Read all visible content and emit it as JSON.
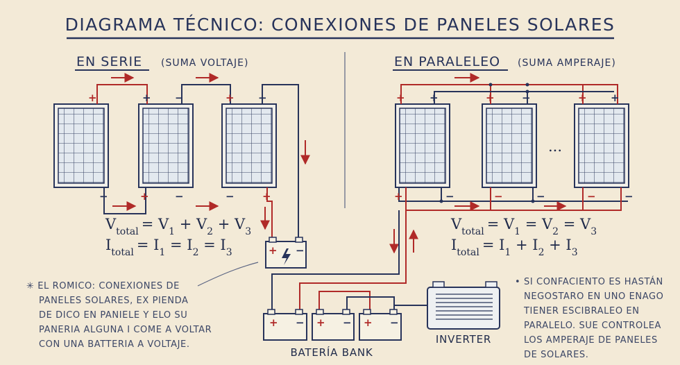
{
  "title": "DIAGRAMA TÉCNICO: CONEXIONES DE PANELES SOLARES",
  "serie": {
    "heading": "EN SERIE",
    "sub": "(SUMA VOLTAJE)",
    "formula_v": {
      "lhs": "V",
      "lhs_sub": "total",
      "rhs": "= V",
      "s1": "1",
      "p1": " + V",
      "s2": "2",
      "p2": " + V",
      "s3": "3"
    },
    "formula_i": {
      "lhs": "I",
      "lhs_sub": "total",
      "rhs": "= I",
      "s1": "1",
      "p1": " = I",
      "s2": "2",
      "p2": " = I",
      "s3": "3"
    }
  },
  "paralelo": {
    "heading": "EN PARALELEO",
    "sub": "(SUMA AMPERAJE)",
    "ellipsis": "...",
    "formula_v": {
      "lhs": "V",
      "lhs_sub": "total",
      "rhs": "= V",
      "s1": "1",
      "p1": " = V",
      "s2": "2",
      "p2": " = V",
      "s3": "3"
    },
    "formula_i": {
      "lhs": "I",
      "lhs_sub": "total",
      "rhs": "= I",
      "s1": "1",
      "p1": " + I",
      "s2": "2",
      "p2": " + I",
      "s3": "3"
    }
  },
  "signs": {
    "plus": "+",
    "minus": "−"
  },
  "note_left": [
    "✳ EL ROMICO: CONEXIONES DE",
    "PANELES SOLARES, EX PIENDA",
    "DE DICO EN PANIELE Y ELO SU",
    "PANERIA ALGUNA I COME A VOLTAR",
    "CON UNA BATTERIA A VOLTAJE."
  ],
  "note_right": [
    "• SI CONFACIENTO ES HASTÁN",
    "NEGOSTARO EN UNO ENAGO",
    "TIENER ESCIBRALEO EN",
    "PARALELO. SUE CONTROLEA",
    "LOS AMPERAJE DE PANELES",
    "DE SOLARES."
  ],
  "battery_bank_label": "BATERÍA BANK",
  "inverter_label": "INVERTER",
  "colors": {
    "paper": "#f3ead7",
    "ink": "#27335a",
    "positive": "#b02a28",
    "panel_fill": "#dfe6ec"
  }
}
